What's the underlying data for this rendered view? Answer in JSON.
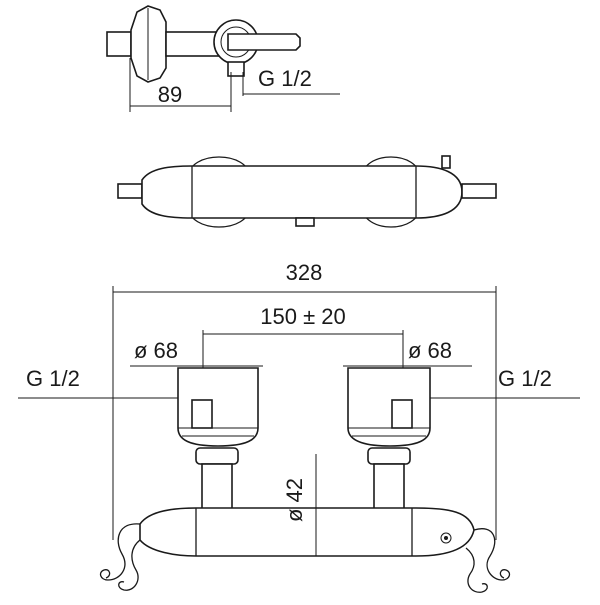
{
  "side_view": {
    "dim_depth": "89",
    "dim_thread": "G 1/2"
  },
  "front_view": {
    "dim_overall_width": "328",
    "dim_centers": "150 ± 20",
    "dim_left_diameter": "ø 68",
    "dim_right_diameter": "ø 68",
    "dim_left_thread": "G 1/2",
    "dim_right_thread": "G 1/2",
    "dim_body_diameter": "ø 42"
  }
}
